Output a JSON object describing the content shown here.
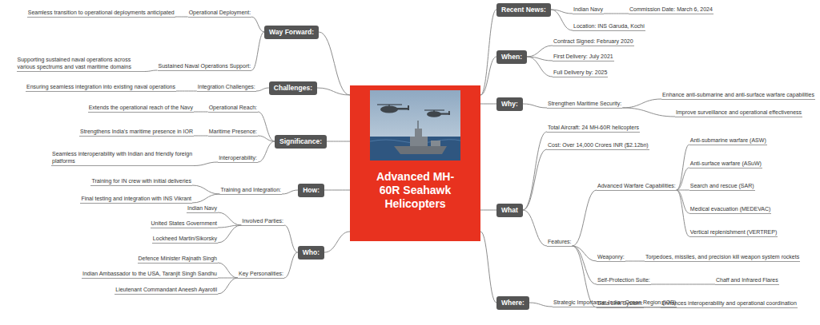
{
  "diagram": {
    "nodes": [
      {
        "text": [
          "Advanced MH-60R Seahawk Helicopters"
        ]
      },
      {
        "text": [
          "Recent News:"
        ]
      },
      {
        "text": [
          "Indian Navy"
        ]
      },
      {
        "text": [
          "Commission Date: March 6, 2024"
        ]
      },
      {
        "text": [
          "Location: INS Garuda, Kochi"
        ]
      },
      {
        "text": [
          "When:"
        ]
      },
      {
        "text": [
          "Contract Signed: February 2020"
        ]
      },
      {
        "text": [
          "First Delivery: July 2021"
        ]
      },
      {
        "text": [
          "Full Delivery by: 2025"
        ]
      },
      {
        "text": [
          "Why:"
        ]
      },
      {
        "text": [
          "Strengthen Maritime Security:"
        ]
      },
      {
        "text": [
          "Enhance anti-submarine and anti-surface warfare capabilities"
        ]
      },
      {
        "text": [
          "Improve surveillance and operational effectiveness"
        ]
      },
      {
        "text": [
          "What"
        ]
      },
      {
        "text": [
          "Total Aircraft: 24 MH-60R helicopters"
        ]
      },
      {
        "text": [
          "Cost: Over 14,000 Crores INR ($2.12bn)"
        ]
      },
      {
        "text": [
          "Features:"
        ]
      },
      {
        "text": [
          "Advanced Warfare Capabilities:"
        ]
      },
      {
        "text": [
          "Anti-submarine warfare (ASW)"
        ]
      },
      {
        "text": [
          "Anti-surface warfare (ASuW)"
        ]
      },
      {
        "text": [
          "Search and rescue (SAR)"
        ]
      },
      {
        "text": [
          "Medical evacuation (MEDEVAC)"
        ]
      },
      {
        "text": [
          "Vertical replenishment (VERTREP)"
        ]
      },
      {
        "text": [
          "Weaponry:"
        ]
      },
      {
        "text": [
          "Torpedoes, missiles, and precision kill weapon system rockets"
        ]
      },
      {
        "text": [
          "Self-Protection Suite:"
        ]
      },
      {
        "text": [
          "Chaff and Infrared Flares"
        ]
      },
      {
        "text": [
          "Data Link System:"
        ]
      },
      {
        "text": [
          "Enhances interoperability and operational coordination"
        ]
      },
      {
        "text": [
          "Where:"
        ]
      },
      {
        "text": [
          "Strategic Importance: Indian Ocean Region (IOR)"
        ]
      },
      {
        "text": [
          "Way Forward:"
        ]
      },
      {
        "text": [
          "Operational Deployment:"
        ]
      },
      {
        "text": [
          "Seamless transition to operational deployments anticipated"
        ]
      },
      {
        "text": [
          "Sustained Naval Operations Support:"
        ]
      },
      {
        "text": [
          "Supporting sustained naval operations across various spectrums and vast maritime domains"
        ]
      },
      {
        "text": [
          "Challenges:"
        ]
      },
      {
        "text": [
          "Integration Challenges:"
        ]
      },
      {
        "text": [
          "Ensuring seamless integration into existing naval operations"
        ]
      },
      {
        "text": [
          "Significance:"
        ]
      },
      {
        "text": [
          "Operational Reach:"
        ]
      },
      {
        "text": [
          "Extends the operational reach of the Navy"
        ]
      },
      {
        "text": [
          "Maritime Presence:"
        ]
      },
      {
        "text": [
          "Strengthens India's maritime presence in IOR"
        ]
      },
      {
        "text": [
          "Interoperability:"
        ]
      },
      {
        "text": [
          "Seamless interoperability with Indian and friendly foreign platforms"
        ]
      },
      {
        "text": [
          "How:"
        ]
      },
      {
        "text": [
          "Training and Integration:"
        ]
      },
      {
        "text": [
          "Training for IN crew with initial deliveries"
        ]
      },
      {
        "text": [
          "Final testing and integration with INS Vikrant"
        ]
      },
      {
        "text": [
          "Who:"
        ]
      },
      {
        "text": [
          "Involved Parties:"
        ]
      },
      {
        "text": [
          "Indian Navy"
        ]
      },
      {
        "text": [
          "United States Government"
        ]
      },
      {
        "text": [
          "Lockheed Martin/Sikorsky"
        ]
      },
      {
        "text": [
          "Key Personalities:"
        ]
      },
      {
        "text": [
          "Defence Minister Rajnath Singh"
        ]
      },
      {
        "text": [
          "Indian Ambassador to the USA, Taranjit Singh Sandhu"
        ]
      },
      {
        "text": [
          "Lieutenant Commandant Aneesh Ayarotil"
        ]
      }
    ],
    "edges": [
      {
        "from": 0,
        "to": 1,
        "arrow": "none"
      },
      {
        "from": 1,
        "to": 2,
        "arrow": "none"
      },
      {
        "from": 2,
        "to": 3,
        "arrow": "none"
      },
      {
        "from": 1,
        "to": 4,
        "arrow": "none"
      },
      {
        "from": 0,
        "to": 5,
        "arrow": "none"
      },
      {
        "from": 5,
        "to": 6,
        "arrow": "none"
      },
      {
        "from": 5,
        "to": 7,
        "arrow": "none"
      },
      {
        "from": 5,
        "to": 8,
        "arrow": "none"
      },
      {
        "from": 0,
        "to": 9,
        "arrow": "none"
      },
      {
        "from": 9,
        "to": 10,
        "arrow": "none"
      },
      {
        "from": 10,
        "to": 11,
        "arrow": "none"
      },
      {
        "from": 10,
        "to": 12,
        "arrow": "none"
      },
      {
        "from": 0,
        "to": 13,
        "arrow": "none"
      },
      {
        "from": 13,
        "to": 14,
        "arrow": "none"
      },
      {
        "from": 13,
        "to": 15,
        "arrow": "none"
      },
      {
        "from": 13,
        "to": 16,
        "arrow": "none"
      },
      {
        "from": 16,
        "to": 17,
        "arrow": "none"
      },
      {
        "from": 17,
        "to": 18,
        "arrow": "none"
      },
      {
        "from": 17,
        "to": 19,
        "arrow": "none"
      },
      {
        "from": 17,
        "to": 20,
        "arrow": "none"
      },
      {
        "from": 17,
        "to": 21,
        "arrow": "none"
      },
      {
        "from": 17,
        "to": 22,
        "arrow": "none"
      },
      {
        "from": 16,
        "to": 23,
        "arrow": "none"
      },
      {
        "from": 23,
        "to": 24,
        "arrow": "none"
      },
      {
        "from": 16,
        "to": 25,
        "arrow": "none"
      },
      {
        "from": 25,
        "to": 26,
        "arrow": "none"
      },
      {
        "from": 16,
        "to": 27,
        "arrow": "none"
      },
      {
        "from": 27,
        "to": 28,
        "arrow": "none"
      },
      {
        "from": 0,
        "to": 29,
        "arrow": "none"
      },
      {
        "from": 29,
        "to": 30,
        "arrow": "none"
      },
      {
        "from": 0,
        "to": 31,
        "arrow": "none"
      },
      {
        "from": 31,
        "to": 32,
        "arrow": "none"
      },
      {
        "from": 32,
        "to": 33,
        "arrow": "none"
      },
      {
        "from": 31,
        "to": 34,
        "arrow": "none"
      },
      {
        "from": 34,
        "to": 35,
        "arrow": "none"
      },
      {
        "from": 0,
        "to": 36,
        "arrow": "none"
      },
      {
        "from": 36,
        "to": 37,
        "arrow": "none"
      },
      {
        "from": 37,
        "to": 38,
        "arrow": "none"
      },
      {
        "from": 0,
        "to": 39,
        "arrow": "none"
      },
      {
        "from": 39,
        "to": 40,
        "arrow": "none"
      },
      {
        "from": 40,
        "to": 41,
        "arrow": "none"
      },
      {
        "from": 39,
        "to": 42,
        "arrow": "none"
      },
      {
        "from": 42,
        "to": 43,
        "arrow": "none"
      },
      {
        "from": 39,
        "to": 44,
        "arrow": "none"
      },
      {
        "from": 44,
        "to": 45,
        "arrow": "none"
      },
      {
        "from": 0,
        "to": 46,
        "arrow": "none"
      },
      {
        "from": 46,
        "to": 47,
        "arrow": "none"
      },
      {
        "from": 47,
        "to": 48,
        "arrow": "none"
      },
      {
        "from": 47,
        "to": 49,
        "arrow": "none"
      },
      {
        "from": 0,
        "to": 50,
        "arrow": "none"
      },
      {
        "from": 50,
        "to": 51,
        "arrow": "none"
      },
      {
        "from": 51,
        "to": 52,
        "arrow": "none"
      },
      {
        "from": 51,
        "to": 53,
        "arrow": "none"
      },
      {
        "from": 51,
        "to": 54,
        "arrow": "none"
      },
      {
        "from": 50,
        "to": 55,
        "arrow": "none"
      },
      {
        "from": 55,
        "to": 56,
        "arrow": "none"
      },
      {
        "from": 55,
        "to": 57,
        "arrow": "none"
      },
      {
        "from": 55,
        "to": 58,
        "arrow": "none"
      }
    ]
  }
}
